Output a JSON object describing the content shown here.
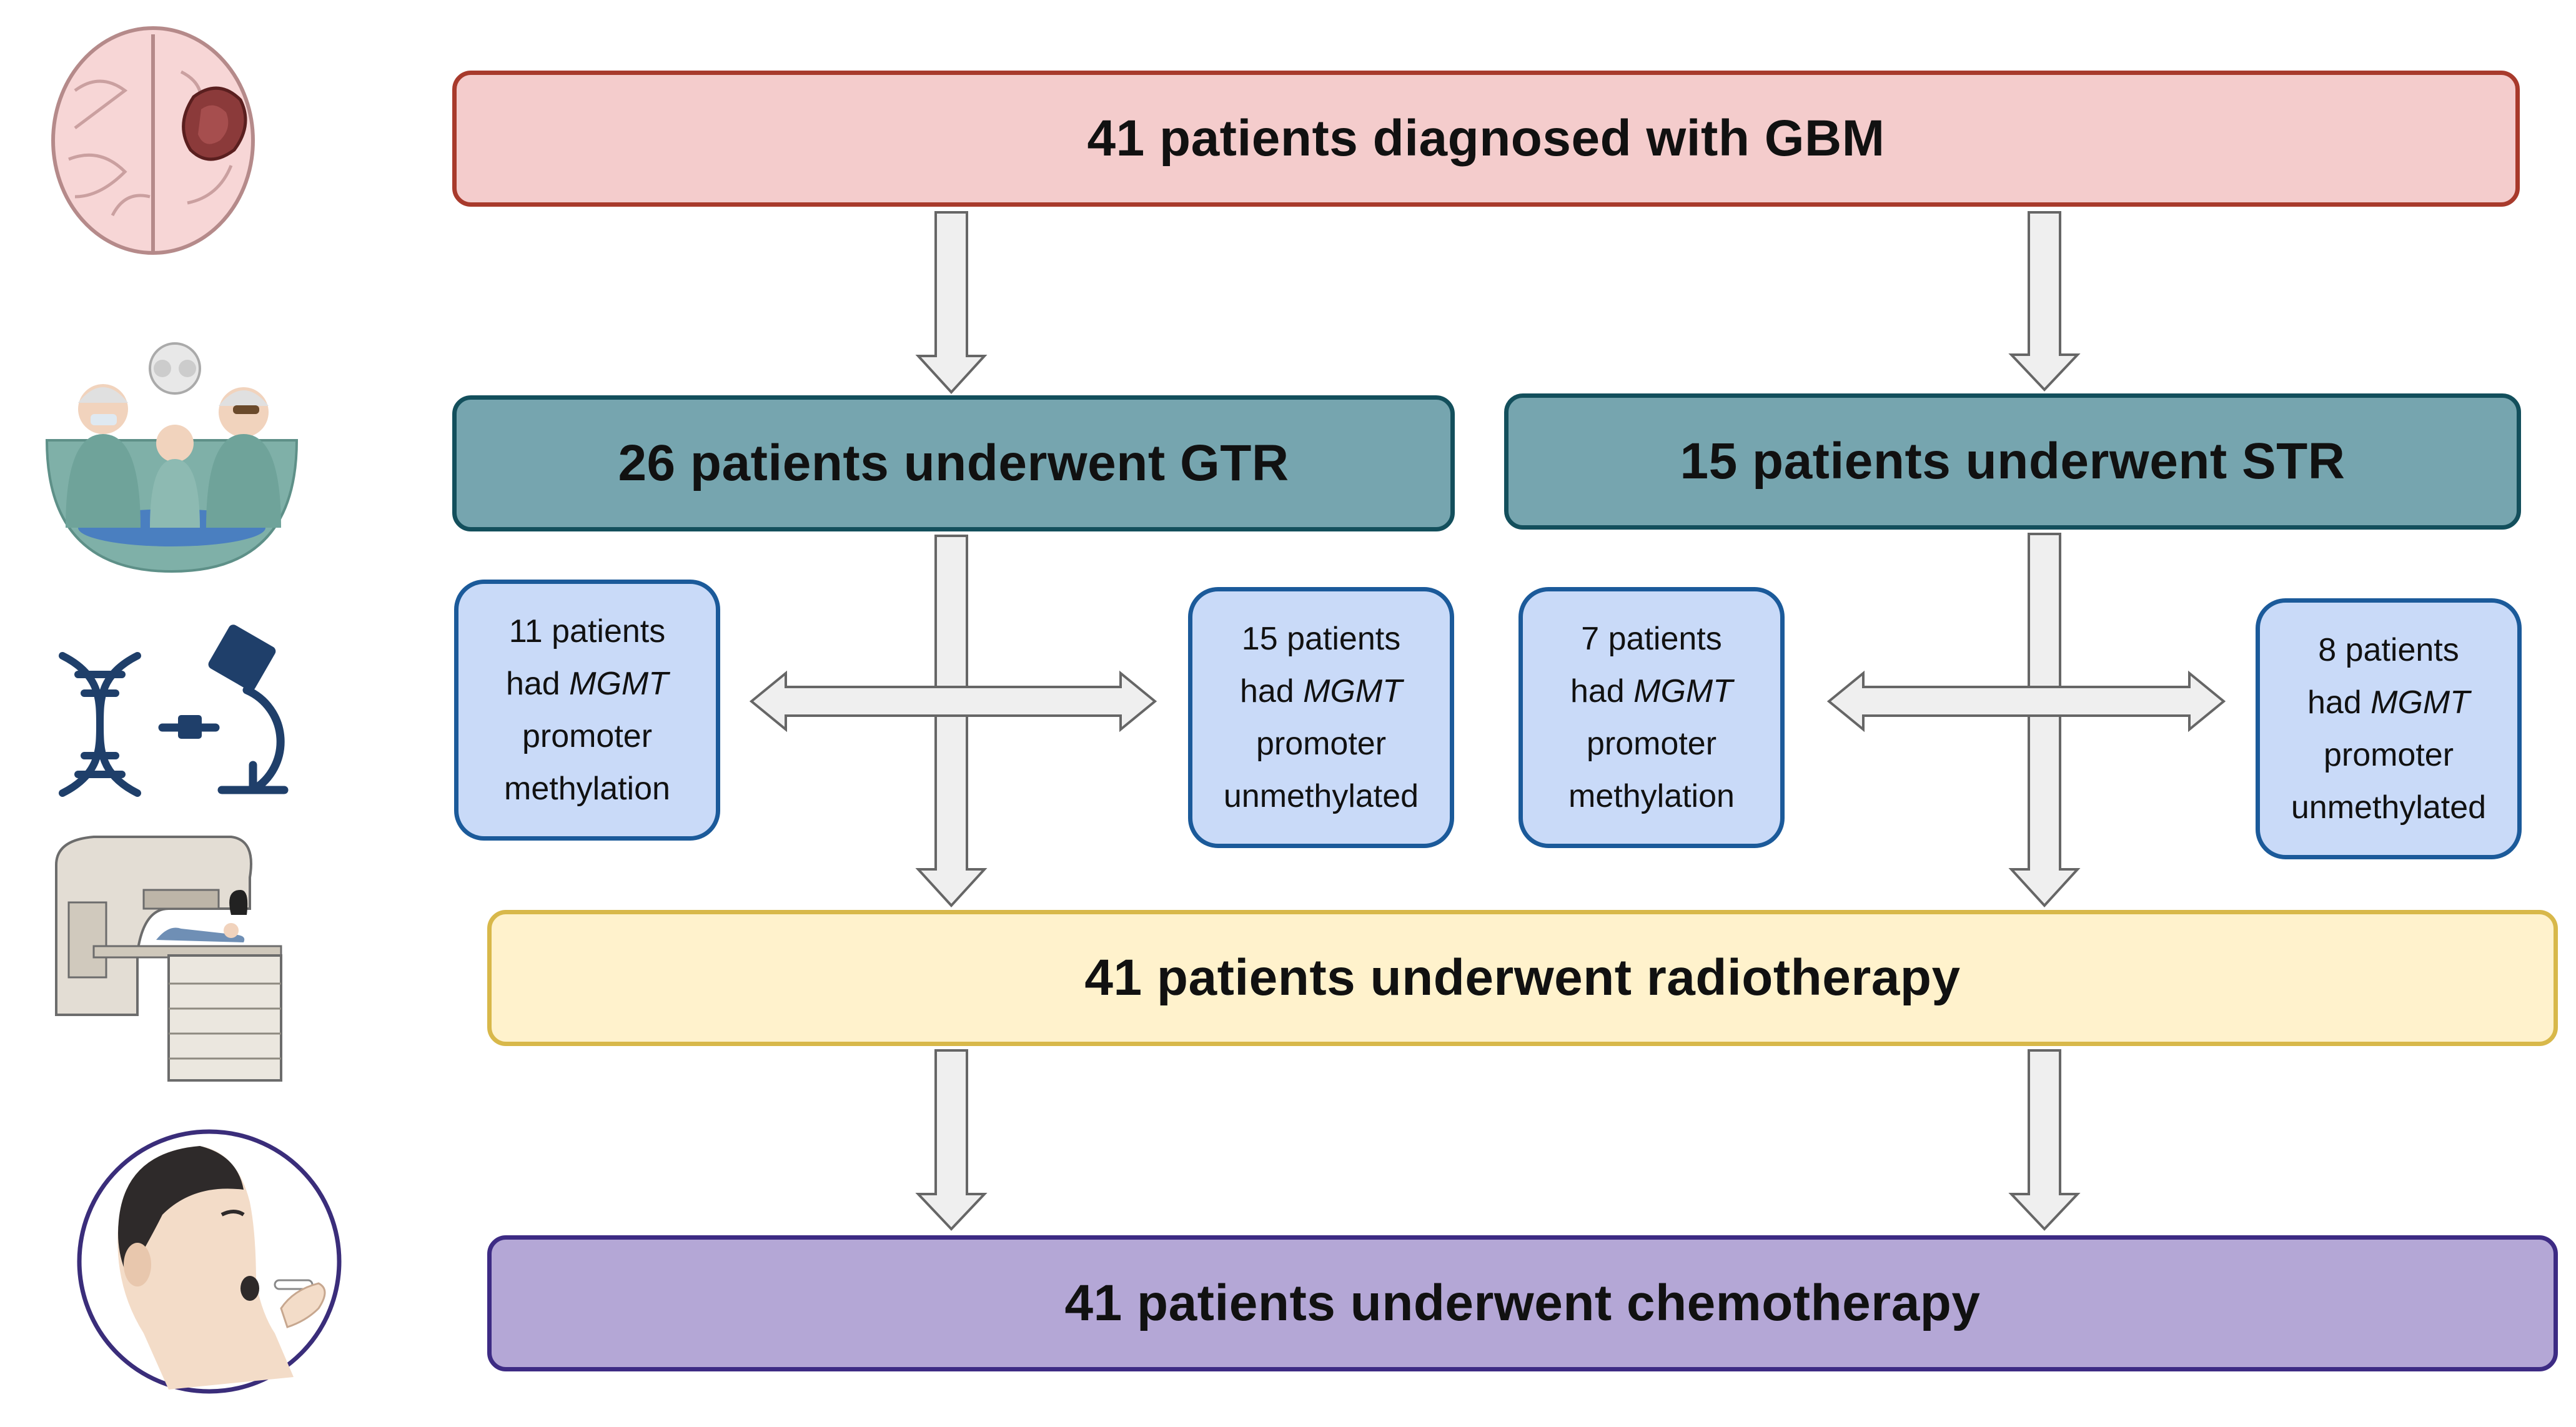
{
  "boxes": {
    "gbm": "41 patients diagnosed with GBM",
    "gtr": "26 patients underwent GTR",
    "str": "15 patients underwent STR",
    "radiotherapy": "41 patients underwent radiotherapy",
    "chemotherapy": "41 patients underwent chemotherapy"
  },
  "subgroups": {
    "gtr_methylated": {
      "line1": "11 patients",
      "line2_prefix": "had ",
      "gene": "MGMT",
      "line3": "promoter",
      "line4": "methylation"
    },
    "gtr_unmethylated": {
      "line1": "15 patients",
      "line2_prefix": "had ",
      "gene": "MGMT",
      "line3": "promoter",
      "line4": "unmethylated"
    },
    "str_methylated": {
      "line1": "7 patients",
      "line2_prefix": "had ",
      "gene": "MGMT",
      "line3": "promoter",
      "line4": "methylation"
    },
    "str_unmethylated": {
      "line1": "8 patients",
      "line2_prefix": "had ",
      "gene": "MGMT",
      "line3": "promoter",
      "line4": "unmethylated"
    }
  },
  "icons": [
    "brain-tumor-icon",
    "surgery-team-icon",
    "dna-icon",
    "microscope-icon",
    "radiotherapy-machine-icon",
    "oral-medication-icon"
  ],
  "colors": {
    "diagnosis_fill": "#f4cccc",
    "surgery_fill": "#76a5af",
    "subgroup_fill": "#c9daf8",
    "radiotherapy_fill": "#fff2cc",
    "chemotherapy_fill": "#b4a7d6",
    "arrow_fill": "#efefef"
  }
}
